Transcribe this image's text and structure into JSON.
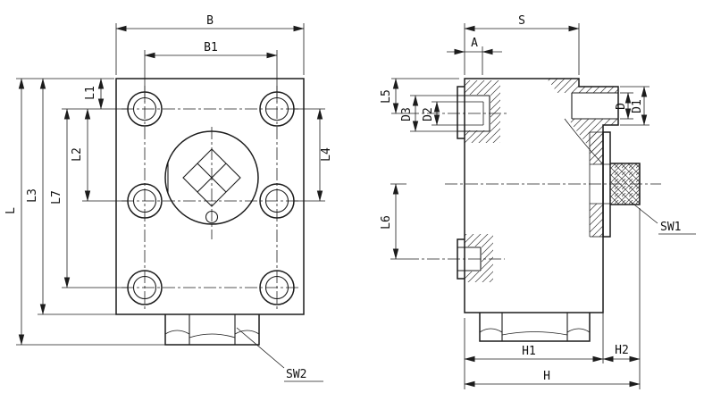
{
  "drawing": {
    "type": "technical-drawing",
    "views": {
      "front": {
        "name": "front view",
        "dims": {
          "B": "B",
          "B1": "B1",
          "L1": "L1",
          "L2": "L2",
          "L3": "L3",
          "L4": "L4",
          "L7": "L7",
          "L": "L"
        },
        "callouts": {
          "SW2": "SW2"
        }
      },
      "side": {
        "name": "side view",
        "dims": {
          "S": "S",
          "A": "A",
          "L5": "L5",
          "L6": "L6",
          "D": "D",
          "D1": "D1",
          "D2": "D2",
          "D3": "D3",
          "H": "H",
          "H1": "H1",
          "H2": "H2"
        },
        "callouts": {
          "SW1": "SW1"
        }
      }
    },
    "colors": {
      "line": "#1c1c1c",
      "background": "#ffffff"
    }
  }
}
